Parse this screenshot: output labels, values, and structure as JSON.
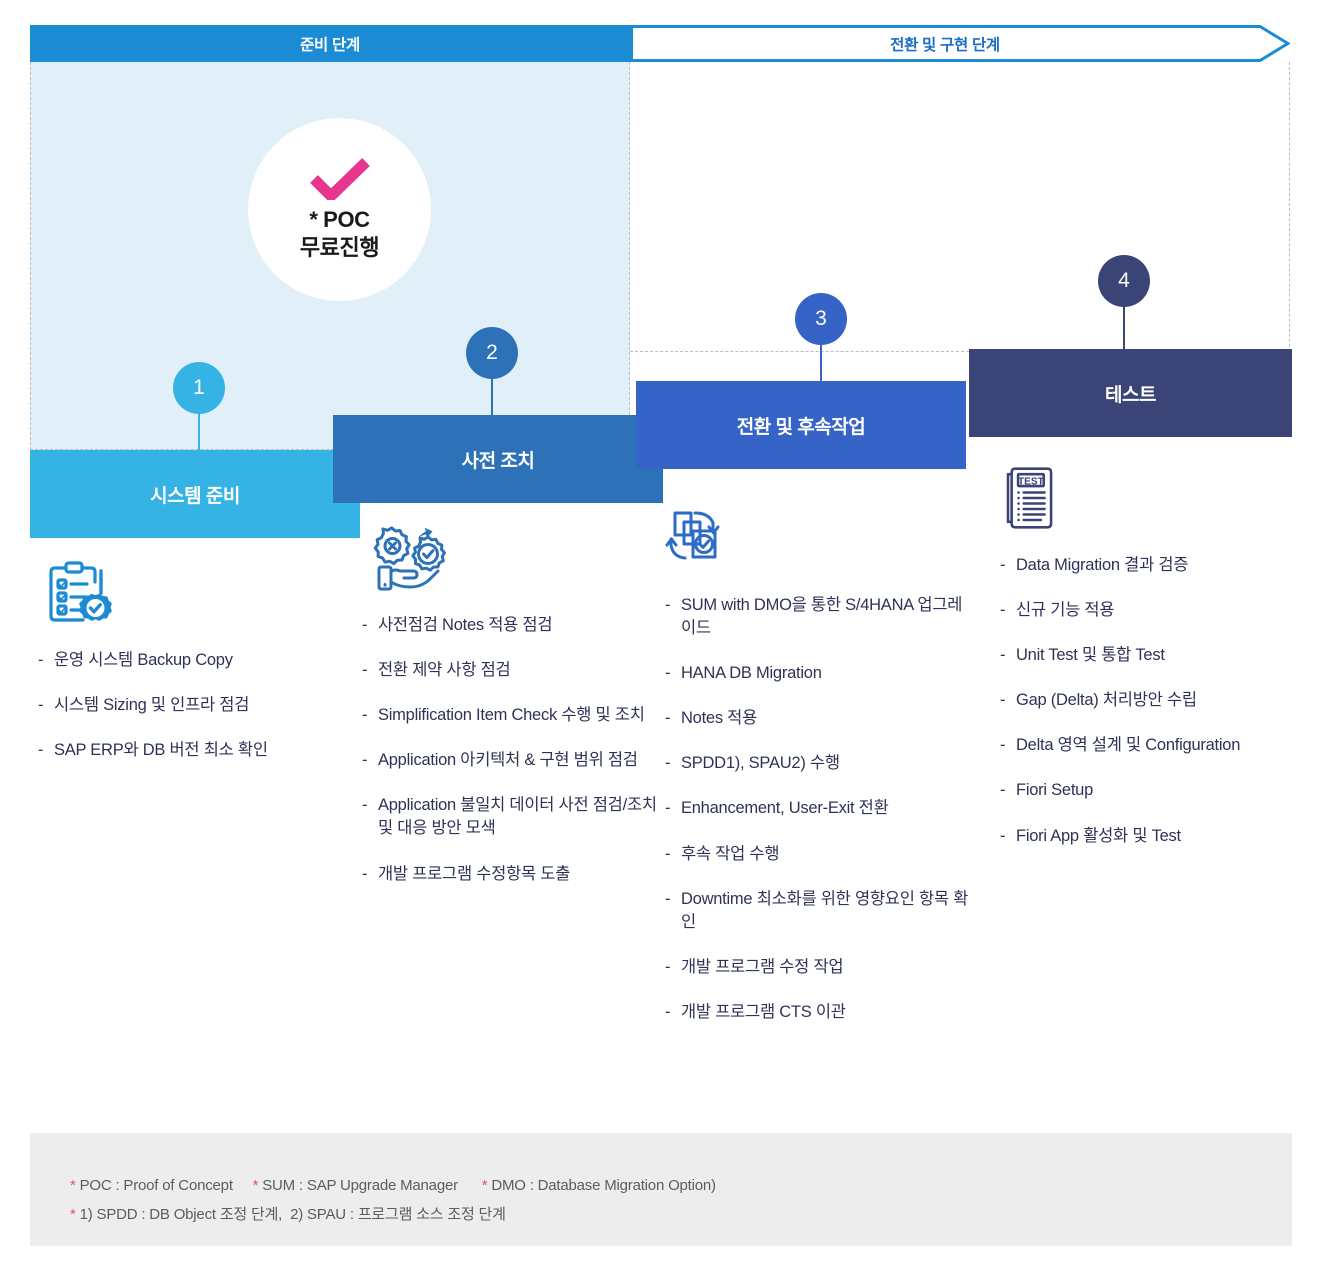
{
  "phases": [
    {
      "label": "준비 단계",
      "style": "filled",
      "color": "#1B8CD4"
    },
    {
      "label": "전환 및 구현 단계",
      "style": "outline",
      "color": "#1B6FC4"
    }
  ],
  "poc": {
    "icon": "check-icon",
    "check_color": "#E8368F",
    "line1": "* POC",
    "line2": "무료진행"
  },
  "steps": [
    {
      "number": "1",
      "title": "시스템 준비",
      "color": "#35B3E4",
      "fold_color": "#2D71B8",
      "icon": "clipboard-checklist-icon",
      "icon_color": "#1B8CD4",
      "bullets": [
        "운영 시스템 Backup Copy",
        "시스템 Sizing 및 인프라 점검",
        "SAP ERP와 DB 버전 최소 확인"
      ]
    },
    {
      "number": "2",
      "title": "사전 조치",
      "color": "#2D71B8",
      "fold_color": "#2A5AA8",
      "icon": "gears-hand-icon",
      "icon_color": "#2D71B8",
      "bullets": [
        "사전점검 Notes 적용 점검",
        "전환 제약 사항 점검",
        "Simplification Item Check 수행 및 조치",
        "Application 아키텍처 & 구현 범위 점검",
        "Application 불일치 데이터 사전 점검/조치 및 대응 방안 모색",
        "개발 프로그램 수정항목 도출"
      ]
    },
    {
      "number": "3",
      "title": "전환 및 후속작업",
      "color": "#3563C6",
      "fold_color": "#2B4B9B",
      "icon": "document-migration-icon",
      "icon_color": "#2D6BC8",
      "bullets": [
        "SUM with DMO을 통한 S/4HANA 업그레이드",
        "HANA DB Migration",
        "Notes 적용",
        "SPDD1), SPAU2) 수행",
        "Enhancement, User-Exit 전환",
        "후속 작업 수행",
        "Downtime 최소화를 위한 영향요인 항목 확인",
        "개발 프로그램 수정 작업",
        "개발 프로그램 CTS 이관"
      ]
    },
    {
      "number": "4",
      "title": "테스트",
      "color": "#3A4476",
      "fold_color": "#3A4476",
      "icon": "test-document-icon",
      "icon_color": "#3A4476",
      "bullets": [
        "Data Migration 결과 검증",
        "신규 기능 적용",
        "Unit Test 및 통합 Test",
        "Gap (Delta) 처리방안 수립",
        "Delta 영역 설계 및 Configuration",
        "Fiori Setup",
        "Fiori App 활성화 및 Test"
      ],
      "icon_label": "TEST"
    }
  ],
  "footnotes": {
    "line1_parts": [
      {
        "ast": "*",
        "text": " POC : Proof of Concept"
      },
      {
        "ast": "*",
        "text": " SUM : SAP Upgrade Manager"
      },
      {
        "ast": "*",
        "text": " DMO : Database Migration Option)"
      }
    ],
    "line1": "* POC : Proof of Concept      * SUM : SAP Upgrade Manager       * DMO : Database Migration Option)",
    "line2": "* 1) SPDD : DB Object 조정 단계,  2) SPAU : 프로그램 소스 조정 단계",
    "line1_a": " POC : Proof of Concept",
    "line1_b": " SUM : SAP Upgrade Manager",
    "line1_c": " DMO : Database Migration Option)",
    "line2_a": " 1) SPDD : DB Object 조정 단계,  2) SPAU : 프로그램 소스 조정 단계",
    "asterisk": "*"
  }
}
